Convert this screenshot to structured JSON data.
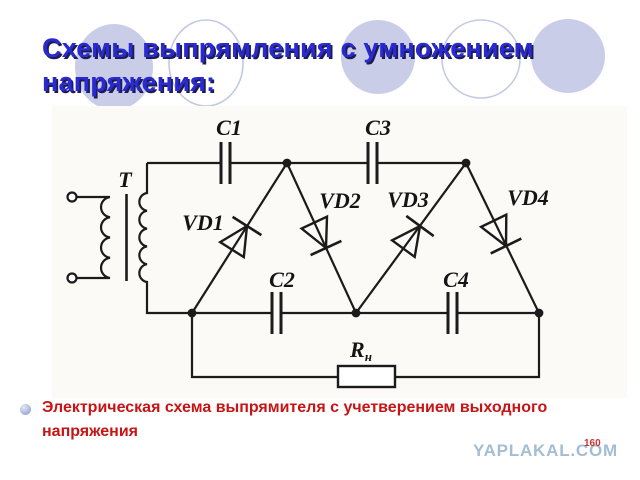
{
  "slide": {
    "title": {
      "lines": [
        "Схемы выпрямления с умножением",
        "напряжения:"
      ],
      "color": "#2a2ad2"
    },
    "caption": {
      "lines": [
        "Электрическая схема выпрямителя с учетверением выходного",
        "напряжения"
      ],
      "color": "#c81414"
    }
  },
  "circuit": {
    "labels": {
      "transformer": "T",
      "cap1": "C1",
      "cap2": "C2",
      "cap3": "C3",
      "cap4": "C4",
      "diode1": "VD1",
      "diode2": "VD2",
      "diode3": "VD3",
      "diode4": "VD4",
      "load_main": "R",
      "load_sub": "н"
    },
    "ink_color": "#1b1b1b"
  },
  "watermark": {
    "text": "YAPLAKAL.COM",
    "color": "#a3bdd2"
  },
  "page_number": "160",
  "decor": {
    "fill_color": "#c9cde8",
    "outline_color": "#c3c9e3"
  }
}
